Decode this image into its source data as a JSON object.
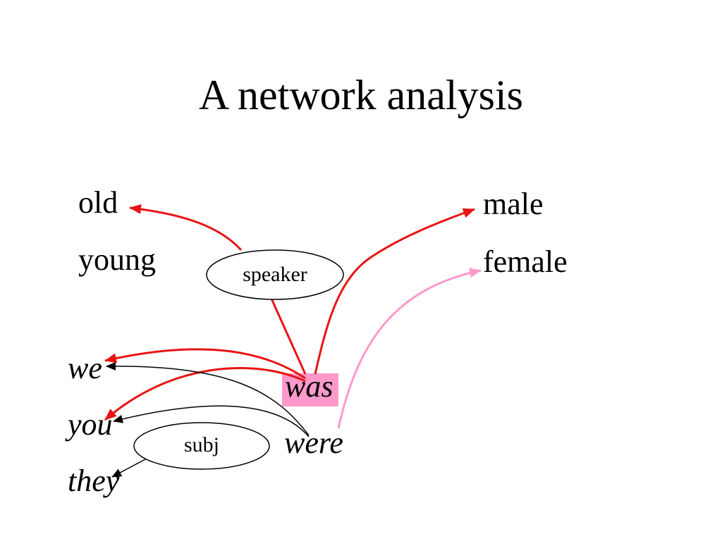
{
  "slide": {
    "title": "A network analysis"
  },
  "attributes": {
    "age": [
      "old",
      "young"
    ],
    "sex": [
      "male",
      "female"
    ]
  },
  "nodes": {
    "speaker": "speaker",
    "subject": "subj"
  },
  "forms": {
    "pronouns": [
      "we",
      "you",
      "they"
    ],
    "verbs": [
      "was",
      "were"
    ]
  },
  "colors": {
    "red_link": "#e81414",
    "pink_link": "#ff99cc",
    "was_highlight": "#ff99cc",
    "black_link": "#000000"
  }
}
